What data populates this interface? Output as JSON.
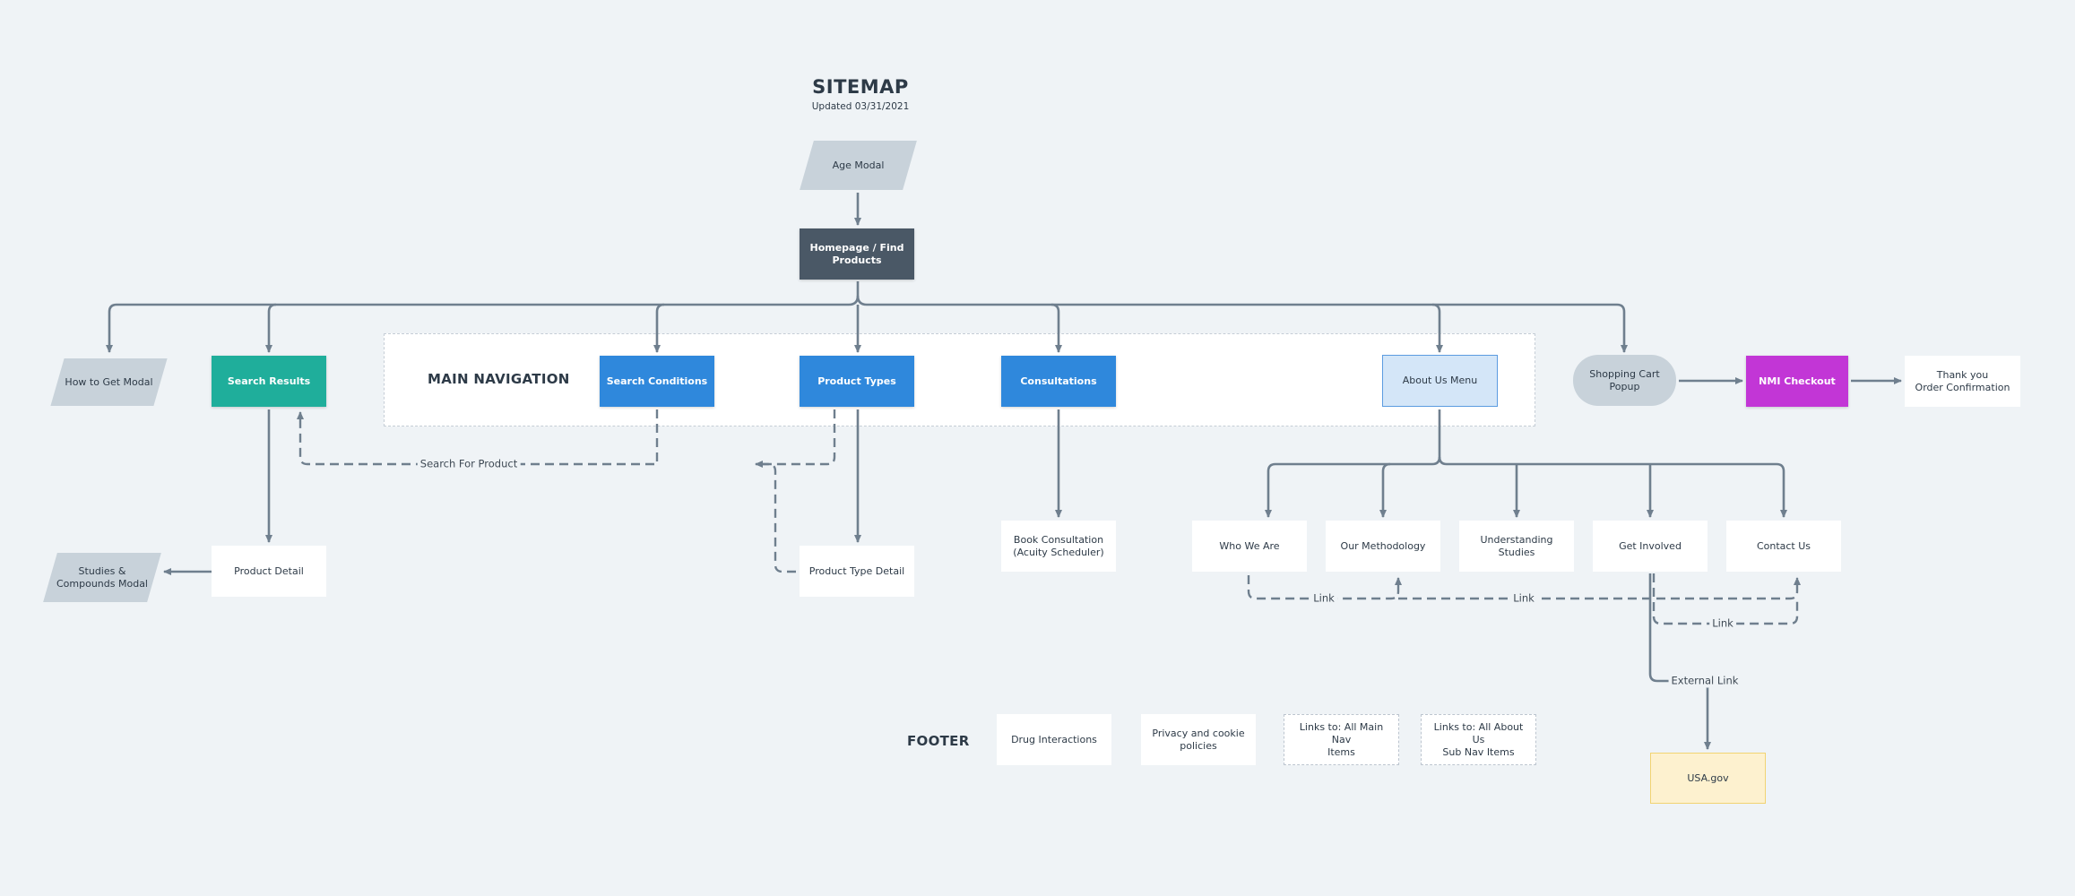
{
  "title": "SITEMAP",
  "updated": "Updated 03/31/2021",
  "sections": {
    "main_nav": "MAIN NAVIGATION",
    "footer": "FOOTER"
  },
  "nodes": {
    "age_modal": "Age Modal",
    "homepage": "Homepage / Find Products",
    "how_to_get_modal": "How to Get Modal",
    "search_results": "Search Results",
    "search_conditions": "Search Conditions",
    "product_types": "Product Types",
    "consultations": "Consultations",
    "about_us_menu": "About Us Menu",
    "shopping_cart_popup": "Shopping Cart Popup",
    "nmi_checkout": "NMI Checkout",
    "thank_you": "Thank you\nOrder Confirmation",
    "studies_modal": "Studies &\nCompounds Modal",
    "product_detail": "Product Detail",
    "product_type_detail": "Product Type Detail",
    "book_consultation": "Book Consultation\n(Acuity Scheduler)",
    "who_we_are": "Who We Are",
    "our_methodology": "Our Methodology",
    "understanding_studies": "Understanding Studies",
    "get_involved": "Get Involved",
    "contact_us": "Contact Us",
    "usa_gov": "USA.gov",
    "drug_interactions": "Drug Interactions",
    "privacy_policies": "Privacy and cookie\npolicies",
    "links_main_nav": "Links to: All Main Nav\nItems",
    "links_about_us": "Links to: All About Us\nSub Nav Items"
  },
  "edge_labels": {
    "search_for_product": "Search For Product",
    "link_1": "Link",
    "link_2": "Link",
    "link_3": "Link",
    "external_link": "External Link"
  },
  "colors": {
    "background": "#eff3f6",
    "connector": "#6f7f8e",
    "homepage": "#4a5866",
    "search_results": "#1fae9b",
    "nav_primary": "#2f88dc",
    "about_us": "#d4e6f8",
    "checkout": "#c236d6",
    "external": "#fdf1cf",
    "modal": "#c8d2da"
  }
}
